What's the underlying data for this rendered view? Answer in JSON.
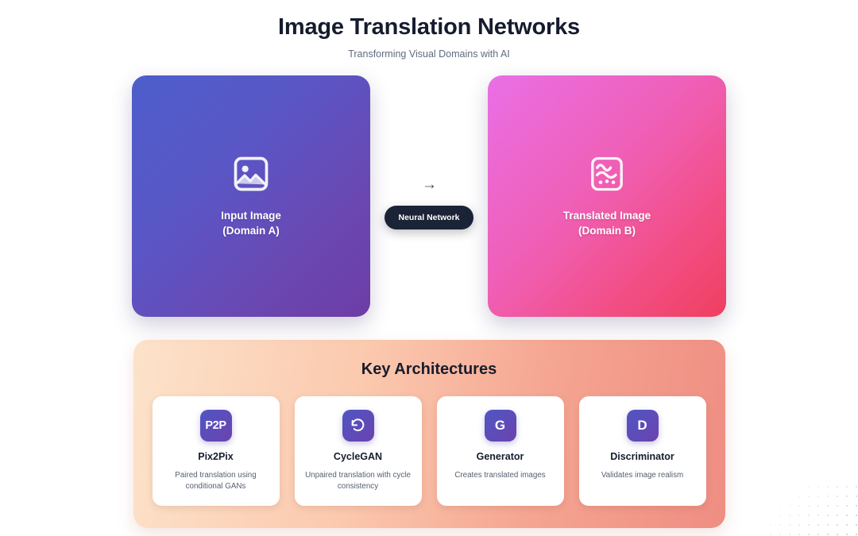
{
  "header": {
    "title": "Image Translation Networks",
    "subtitle": "Transforming Visual Domains with AI"
  },
  "translation": {
    "input_card": {
      "icon": "image-icon",
      "line1": "Input Image",
      "line2": "(Domain A)",
      "gradient_from": "#4d5ecb",
      "gradient_to": "#6e3ca6"
    },
    "connector": {
      "arrow": "→",
      "badge_label": "Neural Network",
      "badge_color": "#1b2337"
    },
    "output_card": {
      "icon": "translated-image-icon",
      "line1": "Translated Image",
      "line2": "(Domain B)",
      "gradient_from": "#ea6fe6",
      "gradient_to": "#ef3f5f"
    }
  },
  "architectures": {
    "title": "Key Architectures",
    "panel_gradient_from": "#fce3ca",
    "panel_gradient_to": "#ef8d82",
    "badge_gradient_from": "#4f56c4",
    "badge_gradient_to": "#6b43ae",
    "cards": [
      {
        "badge_text": "P2P",
        "badge_icon": "",
        "name": "Pix2Pix",
        "desc": "Paired translation using conditional GANs"
      },
      {
        "badge_text": "",
        "badge_icon": "rotate-ccw-icon",
        "name": "CycleGAN",
        "desc": "Unpaired translation with cycle consistency"
      },
      {
        "badge_text": "G",
        "badge_icon": "",
        "name": "Generator",
        "desc": "Creates translated images"
      },
      {
        "badge_text": "D",
        "badge_icon": "",
        "name": "Discriminator",
        "desc": "Validates image realism"
      }
    ]
  },
  "decoration": {
    "dot_grid": "dot-grid-pattern"
  }
}
